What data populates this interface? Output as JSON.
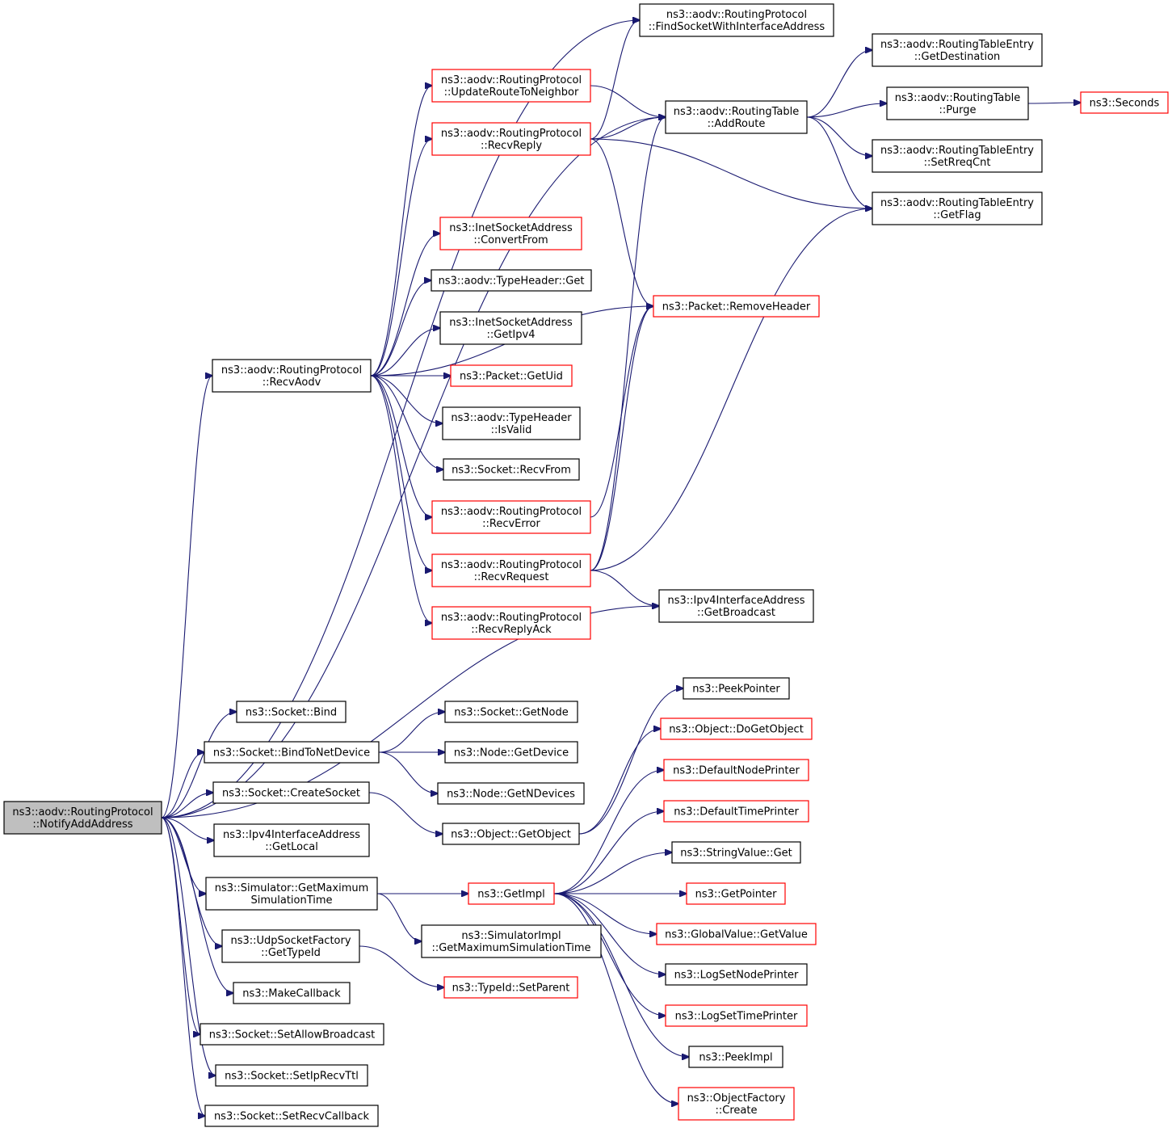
{
  "colors": {
    "edge": "#191970",
    "border_default": "#000000",
    "border_truncated": "#ff0000",
    "focus_fill": "#bfbfbf",
    "background": "#ffffff"
  },
  "nodes": {
    "notify_add_address": {
      "lines": [
        "ns3::aodv::RoutingProtocol",
        "::NotifyAddAddress"
      ],
      "style": "focus"
    },
    "find_socket": {
      "lines": [
        "ns3::aodv::RoutingProtocol",
        "::FindSocketWithInterfaceAddress"
      ],
      "style": "normal"
    },
    "rt_add_route": {
      "lines": [
        "ns3::aodv::RoutingTable",
        "::AddRoute"
      ],
      "style": "normal"
    },
    "rte_get_destination": {
      "lines": [
        "ns3::aodv::RoutingTableEntry",
        "::GetDestination"
      ],
      "style": "normal"
    },
    "rt_purge": {
      "lines": [
        "ns3::aodv::RoutingTable",
        "::Purge"
      ],
      "style": "normal"
    },
    "seconds": {
      "lines": [
        "ns3::Seconds"
      ],
      "style": "truncated"
    },
    "rte_set_rreq_cnt": {
      "lines": [
        "ns3::aodv::RoutingTableEntry",
        "::SetRreqCnt"
      ],
      "style": "normal"
    },
    "rte_get_flag": {
      "lines": [
        "ns3::aodv::RoutingTableEntry",
        "::GetFlag"
      ],
      "style": "normal"
    },
    "update_route_to_neighbor": {
      "lines": [
        "ns3::aodv::RoutingProtocol",
        "::UpdateRouteToNeighbor"
      ],
      "style": "truncated"
    },
    "recv_reply": {
      "lines": [
        "ns3::aodv::RoutingProtocol",
        "::RecvReply"
      ],
      "style": "truncated"
    },
    "convert_from": {
      "lines": [
        "ns3::InetSocketAddress",
        "::ConvertFrom"
      ],
      "style": "truncated"
    },
    "type_header_get": {
      "lines": [
        "ns3::aodv::TypeHeader::Get"
      ],
      "style": "normal"
    },
    "get_ipv4": {
      "lines": [
        "ns3::InetSocketAddress",
        "::GetIpv4"
      ],
      "style": "normal"
    },
    "packet_get_uid": {
      "lines": [
        "ns3::Packet::GetUid"
      ],
      "style": "truncated"
    },
    "type_header_is_valid": {
      "lines": [
        "ns3::aodv::TypeHeader",
        "::IsValid"
      ],
      "style": "normal"
    },
    "socket_recv_from": {
      "lines": [
        "ns3::Socket::RecvFrom"
      ],
      "style": "normal"
    },
    "recv_error": {
      "lines": [
        "ns3::aodv::RoutingProtocol",
        "::RecvError"
      ],
      "style": "truncated"
    },
    "recv_request": {
      "lines": [
        "ns3::aodv::RoutingProtocol",
        "::RecvRequest"
      ],
      "style": "truncated"
    },
    "recv_reply_ack": {
      "lines": [
        "ns3::aodv::RoutingProtocol",
        "::RecvReplyAck"
      ],
      "style": "truncated"
    },
    "recv_aodv": {
      "lines": [
        "ns3::aodv::RoutingProtocol",
        "::RecvAodv"
      ],
      "style": "normal"
    },
    "remove_header": {
      "lines": [
        "ns3::Packet::RemoveHeader"
      ],
      "style": "truncated"
    },
    "get_broadcast": {
      "lines": [
        "ns3::Ipv4InterfaceAddress",
        "::GetBroadcast"
      ],
      "style": "normal"
    },
    "socket_bind": {
      "lines": [
        "ns3::Socket::Bind"
      ],
      "style": "normal"
    },
    "bind_to_net_device": {
      "lines": [
        "ns3::Socket::BindToNetDevice"
      ],
      "style": "normal"
    },
    "socket_get_node": {
      "lines": [
        "ns3::Socket::GetNode"
      ],
      "style": "normal"
    },
    "node_get_device": {
      "lines": [
        "ns3::Node::GetDevice"
      ],
      "style": "normal"
    },
    "node_get_n_devices": {
      "lines": [
        "ns3::Node::GetNDevices"
      ],
      "style": "normal"
    },
    "create_socket": {
      "lines": [
        "ns3::Socket::CreateSocket"
      ],
      "style": "normal"
    },
    "object_get_object": {
      "lines": [
        "ns3::Object::GetObject"
      ],
      "style": "normal"
    },
    "ipv4_get_local": {
      "lines": [
        "ns3::Ipv4InterfaceAddress",
        "::GetLocal"
      ],
      "style": "normal"
    },
    "sim_get_max_time": {
      "lines": [
        "ns3::Simulator::GetMaximum",
        "SimulationTime"
      ],
      "style": "normal"
    },
    "get_impl": {
      "lines": [
        "ns3::GetImpl"
      ],
      "style": "truncated"
    },
    "simimpl_get_max_time": {
      "lines": [
        "ns3::SimulatorImpl",
        "::GetMaximumSimulationTime"
      ],
      "style": "normal"
    },
    "udp_get_type_id": {
      "lines": [
        "ns3::UdpSocketFactory",
        "::GetTypeId"
      ],
      "style": "normal"
    },
    "type_id_set_parent": {
      "lines": [
        "ns3::TypeId::SetParent"
      ],
      "style": "truncated"
    },
    "make_callback": {
      "lines": [
        "ns3::MakeCallback"
      ],
      "style": "normal"
    },
    "set_allow_broadcast": {
      "lines": [
        "ns3::Socket::SetAllowBroadcast"
      ],
      "style": "normal"
    },
    "set_ip_recv_ttl": {
      "lines": [
        "ns3::Socket::SetIpRecvTtl"
      ],
      "style": "normal"
    },
    "set_recv_callback": {
      "lines": [
        "ns3::Socket::SetRecvCallback"
      ],
      "style": "normal"
    },
    "peek_pointer": {
      "lines": [
        "ns3::PeekPointer"
      ],
      "style": "normal"
    },
    "do_get_object": {
      "lines": [
        "ns3::Object::DoGetObject"
      ],
      "style": "truncated"
    },
    "default_node_printer": {
      "lines": [
        "ns3::DefaultNodePrinter"
      ],
      "style": "truncated"
    },
    "default_time_printer": {
      "lines": [
        "ns3::DefaultTimePrinter"
      ],
      "style": "truncated"
    },
    "string_value_get": {
      "lines": [
        "ns3::StringValue::Get"
      ],
      "style": "normal"
    },
    "get_pointer": {
      "lines": [
        "ns3::GetPointer"
      ],
      "style": "truncated"
    },
    "global_value_get_value": {
      "lines": [
        "ns3::GlobalValue::GetValue"
      ],
      "style": "truncated"
    },
    "log_set_node_printer": {
      "lines": [
        "ns3::LogSetNodePrinter"
      ],
      "style": "normal"
    },
    "log_set_time_printer": {
      "lines": [
        "ns3::LogSetTimePrinter"
      ],
      "style": "truncated"
    },
    "peek_impl": {
      "lines": [
        "ns3::PeekImpl"
      ],
      "style": "normal"
    },
    "object_factory_create": {
      "lines": [
        "ns3::ObjectFactory",
        "::Create"
      ],
      "style": "truncated"
    }
  },
  "edges": [
    [
      "notify_add_address",
      "find_socket"
    ],
    [
      "notify_add_address",
      "rt_add_route"
    ],
    [
      "notify_add_address",
      "recv_aodv"
    ],
    [
      "notify_add_address",
      "get_broadcast"
    ],
    [
      "notify_add_address",
      "socket_bind"
    ],
    [
      "notify_add_address",
      "bind_to_net_device"
    ],
    [
      "notify_add_address",
      "create_socket"
    ],
    [
      "notify_add_address",
      "ipv4_get_local"
    ],
    [
      "notify_add_address",
      "sim_get_max_time"
    ],
    [
      "notify_add_address",
      "udp_get_type_id"
    ],
    [
      "notify_add_address",
      "make_callback"
    ],
    [
      "notify_add_address",
      "set_allow_broadcast"
    ],
    [
      "notify_add_address",
      "set_ip_recv_ttl"
    ],
    [
      "notify_add_address",
      "set_recv_callback"
    ],
    [
      "rt_add_route",
      "rte_get_destination"
    ],
    [
      "rt_add_route",
      "rt_purge"
    ],
    [
      "rt_add_route",
      "rte_set_rreq_cnt"
    ],
    [
      "rt_add_route",
      "rte_get_flag"
    ],
    [
      "rt_purge",
      "seconds"
    ],
    [
      "update_route_to_neighbor",
      "rt_add_route"
    ],
    [
      "recv_reply",
      "find_socket"
    ],
    [
      "recv_reply",
      "rt_add_route"
    ],
    [
      "recv_reply",
      "rte_get_flag"
    ],
    [
      "recv_reply",
      "remove_header"
    ],
    [
      "recv_aodv",
      "update_route_to_neighbor"
    ],
    [
      "recv_aodv",
      "recv_reply"
    ],
    [
      "recv_aodv",
      "remove_header"
    ],
    [
      "recv_aodv",
      "convert_from"
    ],
    [
      "recv_aodv",
      "type_header_get"
    ],
    [
      "recv_aodv",
      "get_ipv4"
    ],
    [
      "recv_aodv",
      "packet_get_uid"
    ],
    [
      "recv_aodv",
      "type_header_is_valid"
    ],
    [
      "recv_aodv",
      "socket_recv_from"
    ],
    [
      "recv_aodv",
      "recv_error"
    ],
    [
      "recv_aodv",
      "recv_request"
    ],
    [
      "recv_aodv",
      "recv_reply_ack"
    ],
    [
      "recv_error",
      "remove_header"
    ],
    [
      "recv_request",
      "rt_add_route"
    ],
    [
      "recv_request",
      "rte_get_flag"
    ],
    [
      "recv_request",
      "remove_header"
    ],
    [
      "recv_request",
      "get_broadcast"
    ],
    [
      "bind_to_net_device",
      "socket_get_node"
    ],
    [
      "bind_to_net_device",
      "node_get_device"
    ],
    [
      "bind_to_net_device",
      "node_get_n_devices"
    ],
    [
      "create_socket",
      "object_get_object"
    ],
    [
      "object_get_object",
      "peek_pointer"
    ],
    [
      "object_get_object",
      "do_get_object"
    ],
    [
      "sim_get_max_time",
      "get_impl"
    ],
    [
      "sim_get_max_time",
      "simimpl_get_max_time"
    ],
    [
      "udp_get_type_id",
      "type_id_set_parent"
    ],
    [
      "get_impl",
      "default_node_printer"
    ],
    [
      "get_impl",
      "default_time_printer"
    ],
    [
      "get_impl",
      "string_value_get"
    ],
    [
      "get_impl",
      "get_pointer"
    ],
    [
      "get_impl",
      "global_value_get_value"
    ],
    [
      "get_impl",
      "log_set_node_printer"
    ],
    [
      "get_impl",
      "log_set_time_printer"
    ],
    [
      "get_impl",
      "peek_impl"
    ],
    [
      "get_impl",
      "object_factory_create"
    ]
  ]
}
